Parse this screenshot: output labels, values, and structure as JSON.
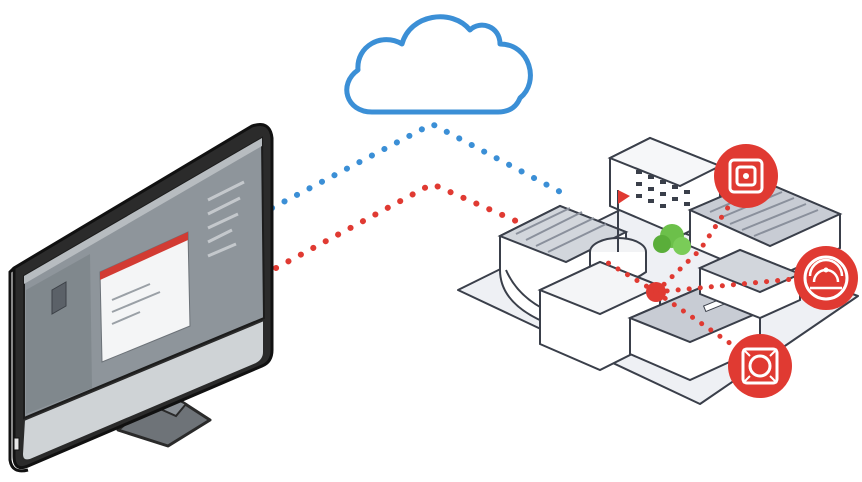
{
  "diagram": {
    "nodes": [
      {
        "id": "monitor",
        "icon": "desktop-monitor-icon"
      },
      {
        "id": "cloud",
        "icon": "cloud-icon"
      },
      {
        "id": "building",
        "icon": "building-campus-icon"
      },
      {
        "id": "device-top",
        "icon": "fire-alarm-control-icon"
      },
      {
        "id": "device-middle",
        "icon": "smoke-detector-icon"
      },
      {
        "id": "device-bottom",
        "icon": "sounder-base-icon"
      }
    ],
    "links": [
      {
        "from": "monitor",
        "to": "building",
        "via": "cloud",
        "style": "dotted",
        "color": "#3b8fd6"
      },
      {
        "from": "monitor",
        "to": "building",
        "style": "dotted",
        "color": "#e03a32"
      },
      {
        "from": "building",
        "to": "device-top",
        "style": "dotted",
        "color": "#e03a32"
      },
      {
        "from": "building",
        "to": "device-middle",
        "style": "dotted",
        "color": "#e03a32"
      },
      {
        "from": "building",
        "to": "device-bottom",
        "style": "dotted",
        "color": "#e03a32"
      }
    ],
    "colors": {
      "cloud_link": "#3b8fd6",
      "site_link": "#e03a32",
      "device_badge": "#e03a32",
      "monitor_frame": "#2a2a2a",
      "screen": "#8e959b",
      "building_outline": "#3a3f4a"
    }
  }
}
